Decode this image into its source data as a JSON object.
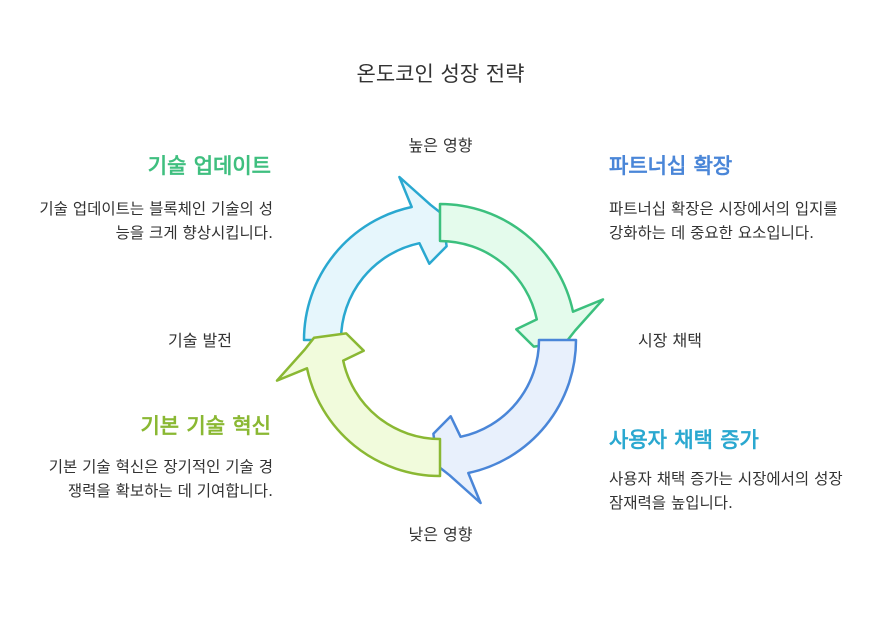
{
  "title": "온도코인 성장 전략",
  "axes": {
    "top": "높은 영향",
    "bottom": "낮은 영향",
    "left": "기술 발전",
    "right": "시장 채택"
  },
  "quadrants": {
    "top_left": {
      "heading": "기술 업데이트",
      "text": "기술 업데이트는 블록체인 기술의 성능을 크게 향상시킵니다.",
      "color": "#3fbf7f",
      "fill": "#e6f6fc",
      "stroke": "#2aa8d0"
    },
    "top_right": {
      "heading": "파트너십 확장",
      "text": "파트너십 확장은 시장에서의 입지를 강화하는 데 중요한 요소입니다.",
      "color": "#4a86d8",
      "fill": "#e4fbec",
      "stroke": "#3cc07e"
    },
    "bottom_left": {
      "heading": "기본 기술 혁신",
      "text": "기본 기술 혁신은 장기적인 기술 경쟁력을 확보하는 데 기여합니다.",
      "color": "#8ab833",
      "fill": "#f1fbdc",
      "stroke": "#8ab833"
    },
    "bottom_right": {
      "heading": "사용자 채택 증가",
      "text": "사용자 채택 증가는 시장에서의 성장 잠재력을 높입니다.",
      "color": "#2aa8d0",
      "fill": "#e8f0fc",
      "stroke": "#4a86d8"
    }
  }
}
